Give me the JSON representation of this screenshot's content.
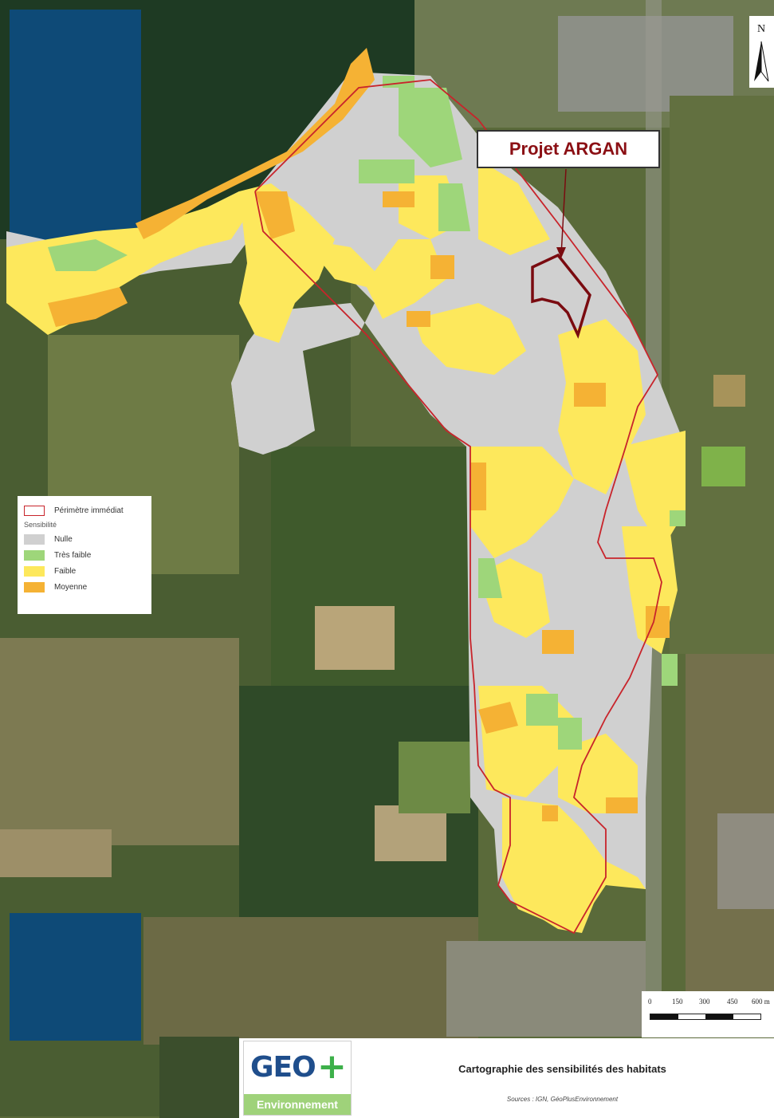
{
  "callout": {
    "label": "Projet ARGAN"
  },
  "legend": {
    "perimeter_label": "Périmètre immédiat",
    "heading": "Sensibilité",
    "items": [
      {
        "label": "Nulle",
        "color": "#d0d0d0"
      },
      {
        "label": "Très faible",
        "color": "#9ed67a"
      },
      {
        "label": "Faible",
        "color": "#fde85c"
      },
      {
        "label": "Moyenne",
        "color": "#f5b234"
      }
    ],
    "perimeter_color": "#c8242b"
  },
  "north_label": "N",
  "scale": {
    "ticks": [
      "0",
      "150",
      "300",
      "450",
      "600 m"
    ]
  },
  "footer": {
    "logo_text": "GEO",
    "logo_subtext": "Environnement",
    "title": "Cartographie des sensibilités des habitats",
    "sources": "Sources : IGN, GéoPlusEnvironnement"
  },
  "colors": {
    "water": "#0e4a77",
    "forest": "#1f3b22",
    "fields": "#6b7a3c",
    "project_outline": "#7a0b10"
  }
}
